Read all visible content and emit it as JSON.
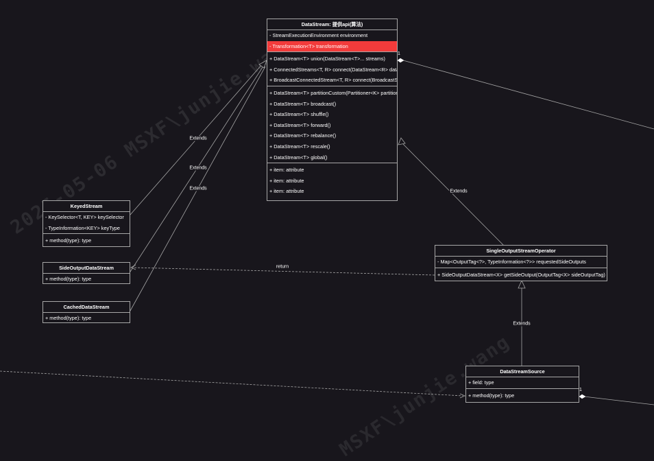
{
  "watermarks": [
    {
      "id": "wm1",
      "text": "2025-05-06  MSXF\\junjie.wang"
    },
    {
      "id": "wm2",
      "text": "MSXF\\junjie.wang"
    }
  ],
  "classes": {
    "datastream": {
      "title": "DataStream: 提供api(算法)",
      "fields": [
        "- StreamExecutionEnvironment environment",
        "- Transformation<T> transformation"
      ],
      "methods_a": [
        "+ DataStream<T> union(DataStream<T>... streams)",
        "+ ConnectedStreams<T, R> connect(DataStream<R> dataStream)",
        "+ BroadcastConnectedStream<T, R> connect(BroadcastStream<R> broadcastStream)"
      ],
      "methods_b": [
        "+ DataStream<T> partitionCustom(Partitioner<K> partitioner, int field)",
        "+ DataStream<T> broadcast()",
        "+ DataStream<T> shuffle()",
        "+ DataStream<T> forward()",
        "+ DataStream<T> rebalance()",
        "+ DataStream<T> rescale()",
        "+ DataStream<T> global()"
      ],
      "attrs": [
        "+ item: attribute",
        "+ item: attribute",
        "+ item: attribute"
      ]
    },
    "keyed": {
      "title": "KeyedStream",
      "fields": [
        "- KeySelector<T, KEY> keySelector",
        "- TypeInformation<KEY> keyType"
      ],
      "methods": [
        "+ method(type): type"
      ]
    },
    "sideoutput": {
      "title": "SideOutputDataStream",
      "methods": [
        "+ method(type): type"
      ]
    },
    "cached": {
      "title": "CachedDataStream",
      "methods": [
        "+ method(type): type"
      ]
    },
    "single": {
      "title": "SingleOutputStreamOperator",
      "fields": [
        "- Map<OutputTag<?>, TypeInformation<?>> requestedSideOutputs"
      ],
      "methods": [
        "+ SideOutputDataStream<X> getSideOutput(OutputTag<X> sideOutputTag)"
      ]
    },
    "source": {
      "title": "DataStreamSource",
      "fields": [
        "+ field: type"
      ],
      "methods": [
        "+ method(type): type"
      ]
    }
  },
  "edge_labels": {
    "extends_keyed": "Extends",
    "extends_side": "Extends",
    "extends_cached": "Extends",
    "extends_single": "Extends",
    "extends_source": "Extends",
    "return": "return"
  },
  "multiplicities": {
    "top": "1",
    "bottom": "1"
  },
  "colors": {
    "background": "#18161c",
    "border": "#a8a8a8",
    "highlight": "#f23b3b",
    "text": "#ffffff"
  }
}
